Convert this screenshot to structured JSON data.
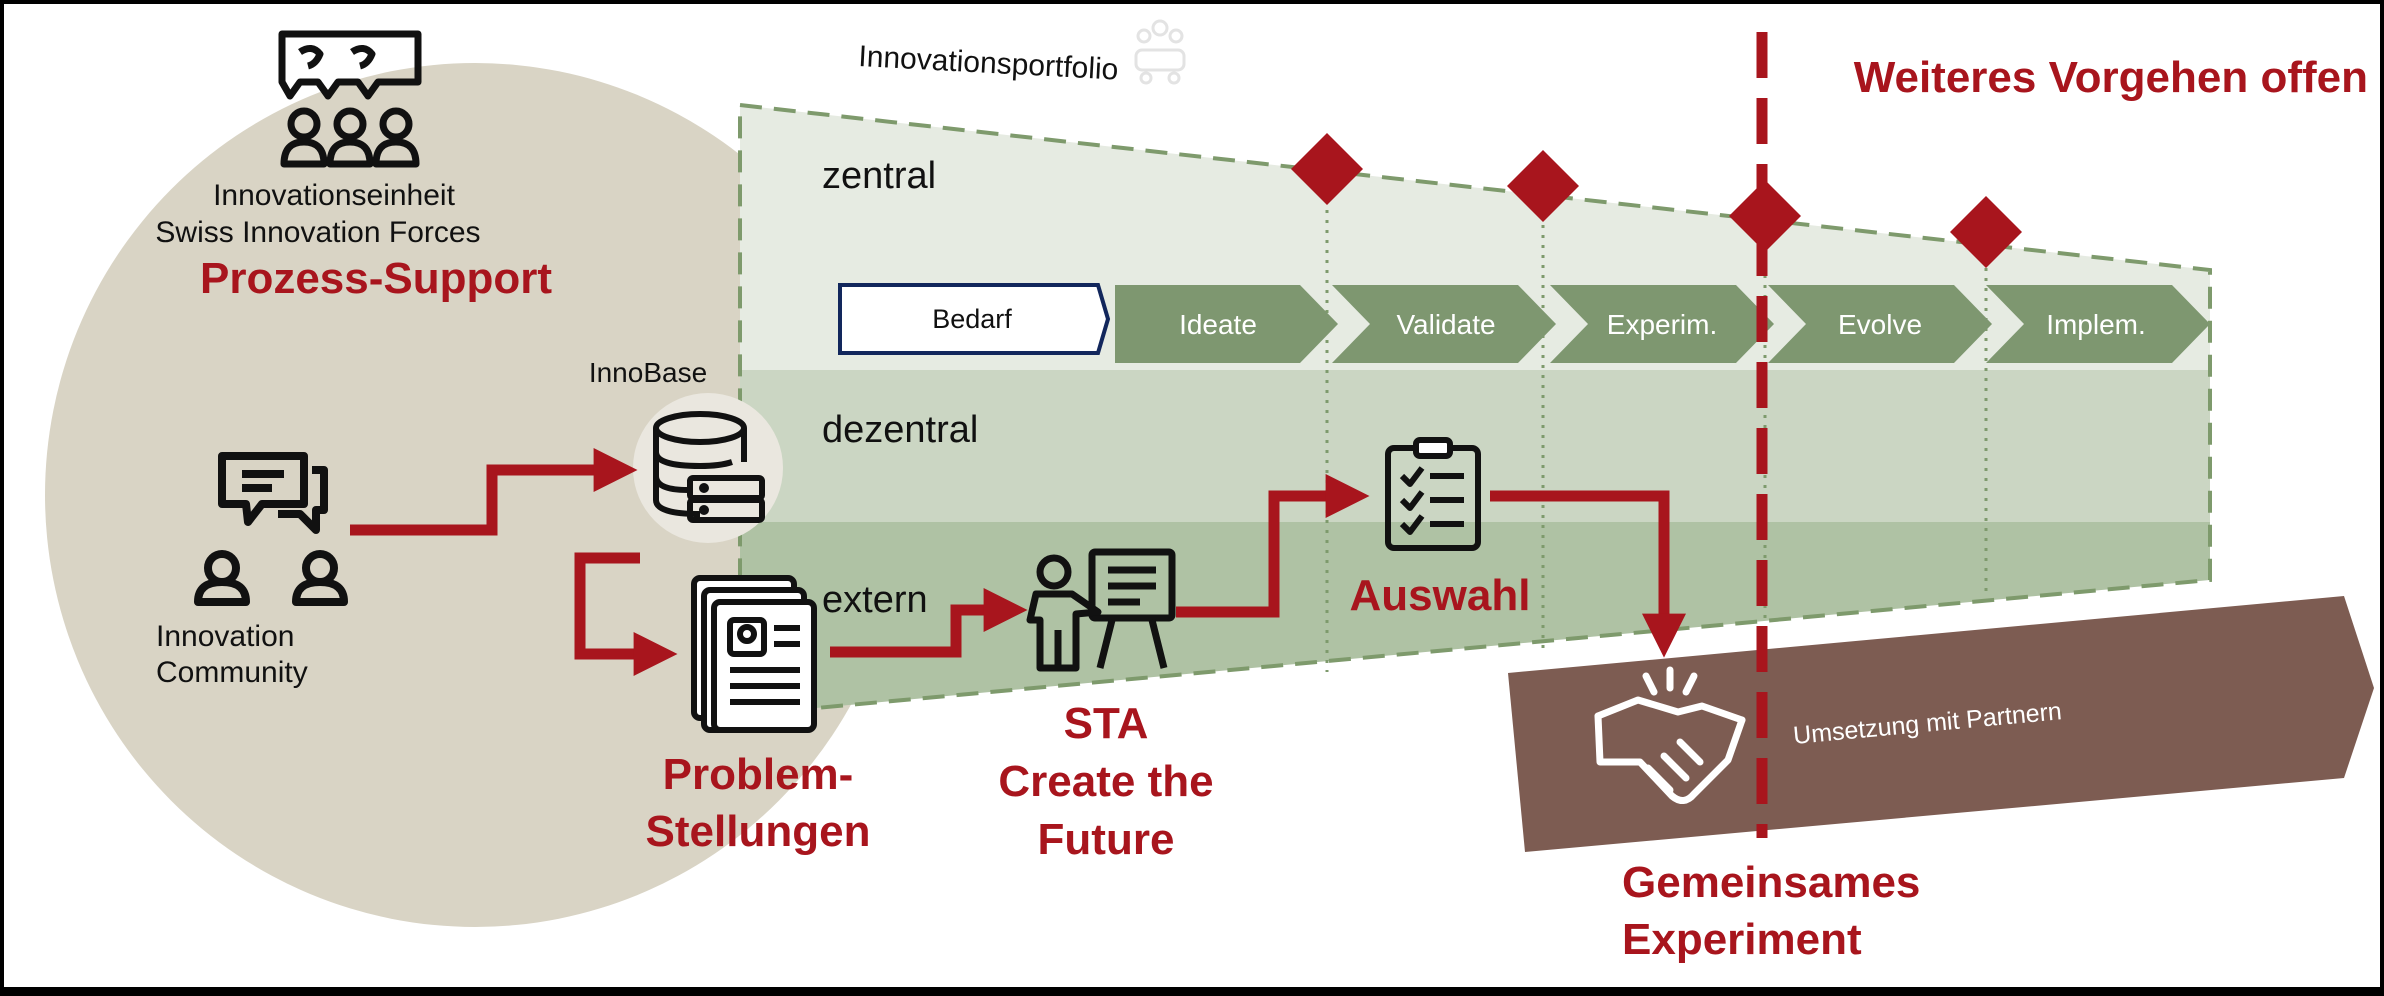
{
  "colors": {
    "background": "#000000",
    "panel": "#ffffff",
    "ellipse": "#d9d4c5",
    "band_zentral": "#e6ebe2",
    "band_dezentral": "#cbd6c3",
    "band_extern": "#afc2a4",
    "phase_chevron": "#7e9770",
    "dashed_outline": "#7e9a6c",
    "accent_red": "#a8151d",
    "bedarf_border": "#12275c",
    "partner_bar": "#7d5c52"
  },
  "header": {
    "portfolio_label": "Innovationsportfolio",
    "open_label": "Weiteres Vorgehen offen"
  },
  "support": {
    "unit_line1": "Innovationseinheit",
    "unit_line2": "Swiss Innovation Forces",
    "title": "Prozess-Support"
  },
  "levels": [
    "zentral",
    "dezentral",
    "extern"
  ],
  "phases": [
    "Bedarf",
    "Ideate",
    "Validate",
    "Experim.",
    "Evolve",
    "Implem."
  ],
  "nodes": {
    "innobase": "InnoBase",
    "community_line1": "Innovation",
    "community_line2": "Community",
    "problem_line1": "Problem-",
    "problem_line2": "Stellungen",
    "sta_line1": "STA",
    "sta_line2": "Create the",
    "sta_line3": "Future",
    "auswahl": "Auswahl",
    "partner": "Umsetzung mit Partnern",
    "experiment_line1": "Gemeinsames",
    "experiment_line2": "Experiment"
  },
  "icons": {
    "support": "team-speech-bubbles-icon",
    "community": "chat-people-icon",
    "innobase": "database-server-icon",
    "problem": "documents-icon",
    "sta": "presenter-board-icon",
    "auswahl": "checklist-clipboard-icon",
    "partner": "handshake-icon",
    "portfolio": "team-meeting-icon",
    "milestone": "diamond-milestone-icon"
  }
}
